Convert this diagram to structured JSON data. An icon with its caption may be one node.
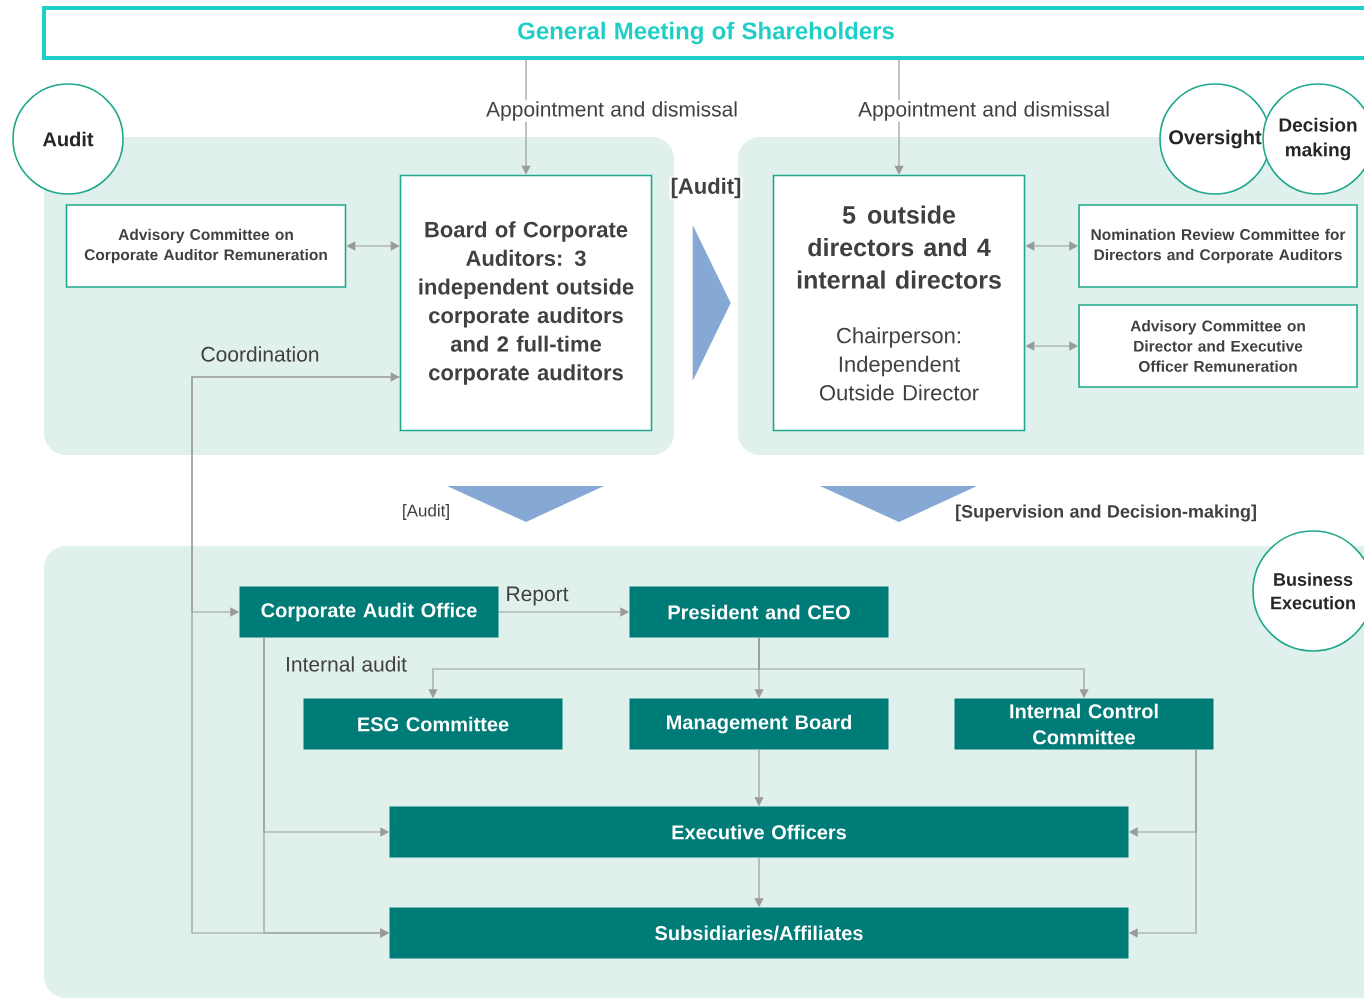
{
  "diagram": {
    "nodes": [
      {
        "text": [
          "General Meeting of Shareholders"
        ]
      },
      {
        "text": [
          "Audit"
        ]
      },
      {
        "text": [
          "Oversight"
        ]
      },
      {
        "text": [
          "Decision making"
        ]
      },
      {
        "text": [
          "Business Execution"
        ]
      },
      {
        "text": [
          "Advisory Committee on Corporate Auditor Remuneration"
        ]
      },
      {
        "text": [
          "Board of Corporate Auditors: 3 independent outside corporate auditors and 2 full-time corporate auditors"
        ]
      },
      {
        "text": [
          "5 outside directors and 4 internal directors",
          "Chairperson: Independent Outside Director"
        ]
      },
      {
        "text": [
          "Nomination Review Committee for Directors and Corporate Auditors"
        ]
      },
      {
        "text": [
          "Advisory Committee on Director and Executive Officer Remuneration"
        ]
      },
      {
        "text": [
          "Corporate Audit Office"
        ]
      },
      {
        "text": [
          "President and CEO"
        ]
      },
      {
        "text": [
          "ESG Committee"
        ]
      },
      {
        "text": [
          "Management Board"
        ]
      },
      {
        "text": [
          "Internal Control Committee"
        ]
      },
      {
        "text": [
          "Executive Officers"
        ]
      },
      {
        "text": [
          "Subsidiaries/Affiliates"
        ]
      }
    ],
    "edges": [
      {
        "from": 0,
        "to": 6,
        "arrow": "to",
        "label": "Appointment and dismissal"
      },
      {
        "from": 0,
        "to": 7,
        "arrow": "to",
        "label": "Appointment and dismissal"
      },
      {
        "from": 5,
        "to": 6,
        "arrow": "both"
      },
      {
        "from": 7,
        "to": 8,
        "arrow": "both"
      },
      {
        "from": 7,
        "to": 9,
        "arrow": "both"
      },
      {
        "from": 10,
        "to": 6,
        "arrow": "both",
        "label": "Coordination"
      },
      {
        "from": 6,
        "to": 16,
        "arrow": "to"
      },
      {
        "from": 10,
        "to": 11,
        "arrow": "to",
        "label": "Report"
      },
      {
        "from": 11,
        "to": 12,
        "arrow": "to"
      },
      {
        "from": 11,
        "to": 13,
        "arrow": "to"
      },
      {
        "from": 11,
        "to": 14,
        "arrow": "to"
      },
      {
        "from": 10,
        "to": 15,
        "arrow": "to",
        "label": "Internal audit"
      },
      {
        "from": 10,
        "to": 16,
        "arrow": "to"
      },
      {
        "from": 13,
        "to": 15,
        "arrow": "to"
      },
      {
        "from": 15,
        "to": 16,
        "arrow": "to"
      },
      {
        "from": 14,
        "to": 15,
        "arrow": "to"
      },
      {
        "from": 14,
        "to": 16,
        "arrow": "to"
      },
      {
        "from": 6,
        "to": 7,
        "arrow": "to",
        "label": "[Audit]"
      }
    ],
    "labels": [
      "[Audit]",
      "[Supervision and Decision-making]"
    ]
  }
}
